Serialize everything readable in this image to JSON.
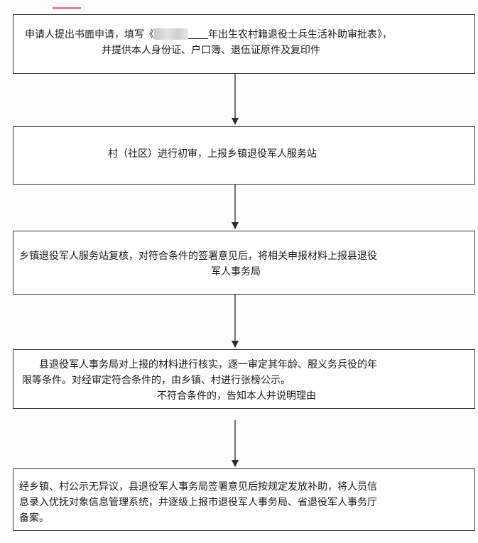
{
  "flowchart": {
    "steps": [
      {
        "id": "step-1",
        "lines": [
          "申请人提出书面申请，填写《",
          "年出生农村籍退役士兵生活补助审批表》，",
          "并提供本人身份证、户口簿、退伍证原件及复印件"
        ]
      },
      {
        "id": "step-2",
        "lines": [
          "村（社区）进行初审，上报乡镇退役军人服务站"
        ]
      },
      {
        "id": "step-3",
        "lines": [
          "乡镇退役军人服务站复核，对符合条件的签署意见后，将相关申报材料上报县退役",
          "军人事务局"
        ]
      },
      {
        "id": "step-4",
        "lines": [
          "县退役军人事务局对上报的材料进行核实，逐一审定其年龄、服义务兵役的年",
          "限等条件。对经审定符合条件的，由乡镇、村进行张榜公示。",
          "不符合条件的，告知本人并说明理由"
        ]
      },
      {
        "id": "step-5",
        "lines": [
          "经乡镇、村公示无异议，县退役军人事务局签署意见后按规定发放补助，将人员信",
          "息录入优抚对象信息管理系统，并逐级上报市退役军人事务局、省退役军人事务厅",
          "备案。"
        ]
      }
    ],
    "arrow_color": "#2a2a2a",
    "border_color": "#3a3a3a"
  }
}
